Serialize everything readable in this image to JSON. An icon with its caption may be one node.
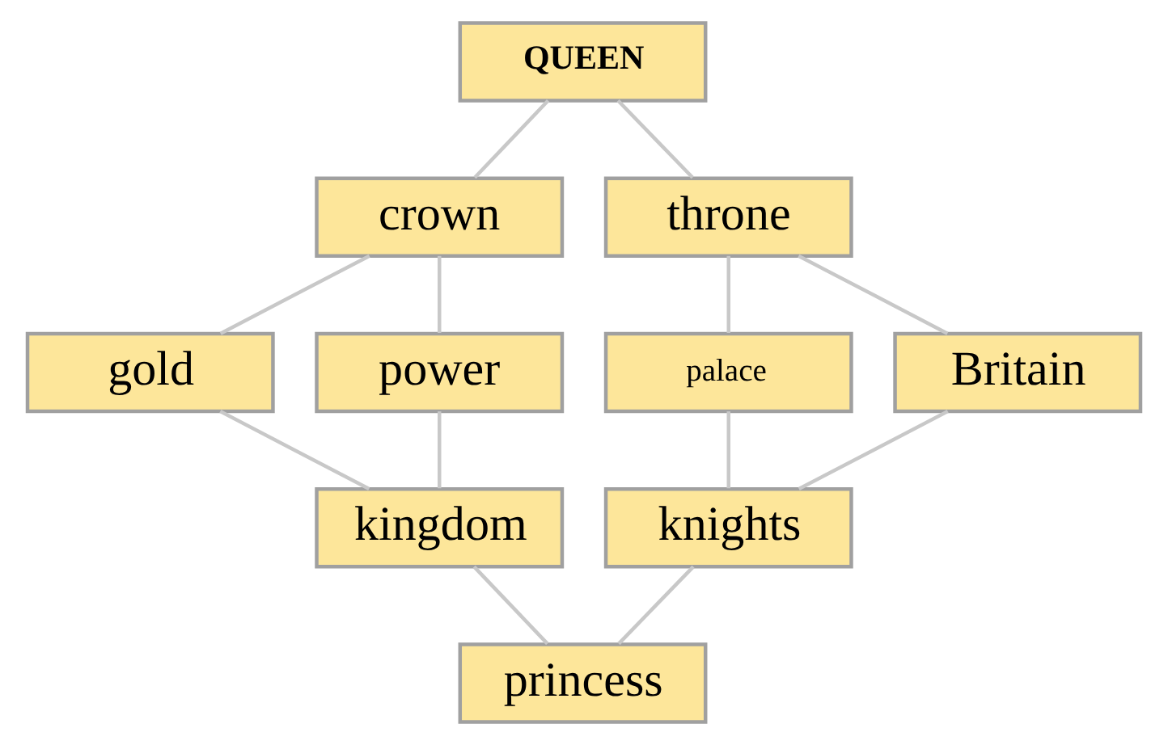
{
  "diagram": {
    "nodes": [
      {
        "text": [
          "QUEEN"
        ]
      },
      {
        "text": [
          "crown"
        ]
      },
      {
        "text": [
          "throne"
        ]
      },
      {
        "text": [
          "gold"
        ]
      },
      {
        "text": [
          "power"
        ]
      },
      {
        "text": [
          "palace"
        ]
      },
      {
        "text": [
          "Britain"
        ]
      },
      {
        "text": [
          "kingdom"
        ]
      },
      {
        "text": [
          "knights"
        ]
      },
      {
        "text": [
          "princess"
        ]
      }
    ],
    "edges": [
      {
        "from": 0,
        "to": 1,
        "arrow": "none"
      },
      {
        "from": 0,
        "to": 2,
        "arrow": "none"
      },
      {
        "from": 1,
        "to": 3,
        "arrow": "none"
      },
      {
        "from": 1,
        "to": 4,
        "arrow": "none"
      },
      {
        "from": 2,
        "to": 5,
        "arrow": "none"
      },
      {
        "from": 2,
        "to": 6,
        "arrow": "none"
      },
      {
        "from": 3,
        "to": 7,
        "arrow": "none"
      },
      {
        "from": 4,
        "to": 7,
        "arrow": "none"
      },
      {
        "from": 5,
        "to": 8,
        "arrow": "none"
      },
      {
        "from": 6,
        "to": 8,
        "arrow": "none"
      },
      {
        "from": 7,
        "to": 9,
        "arrow": "none"
      },
      {
        "from": 8,
        "to": 9,
        "arrow": "none"
      }
    ]
  }
}
